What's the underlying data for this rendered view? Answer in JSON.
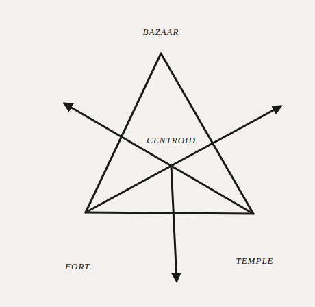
{
  "diagram": {
    "nodes": [
      {
        "text": [
          "BAZAAR"
        ]
      },
      {
        "text": [
          "CENTROID"
        ]
      },
      {
        "text": [
          "FORT."
        ]
      },
      {
        "text": [
          "TEMPLE"
        ]
      }
    ],
    "edges": [
      {
        "from": 0,
        "to": 2,
        "arrow": "none"
      },
      {
        "from": 2,
        "to": 3,
        "arrow": "none"
      },
      {
        "from": 3,
        "to": 0,
        "arrow": "none"
      },
      {
        "from": 2,
        "to": 1,
        "arrow": "none"
      },
      {
        "from": 3,
        "to": 1,
        "arrow": "none"
      }
    ]
  }
}
